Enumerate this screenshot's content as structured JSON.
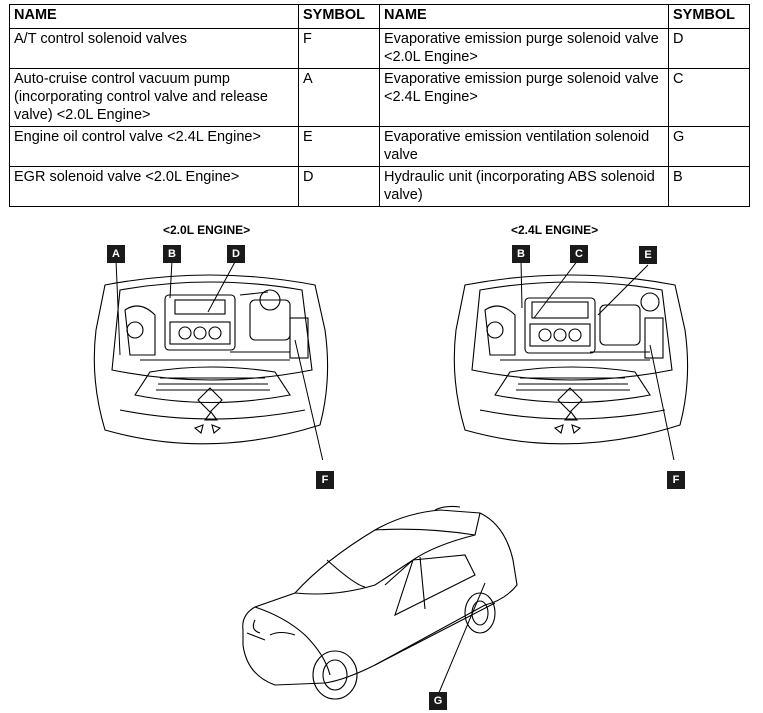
{
  "table": {
    "headers": [
      "NAME",
      "SYMBOL",
      "NAME",
      "SYMBOL"
    ],
    "rows": [
      {
        "name1": "A/T control solenoid valves",
        "sym1": "F",
        "name2": "Evaporative emission purge solenoid valve <2.0L Engine>",
        "sym2": "D"
      },
      {
        "name1": "Auto-cruise control vacuum pump (incorporating control valve and release valve) <2.0L Engine>",
        "sym1": "A",
        "name2": "Evaporative emission purge solenoid valve <2.4L Engine>",
        "sym2": "C"
      },
      {
        "name1": "Engine oil control valve <2.4L Engine>",
        "sym1": "E",
        "name2": "Evaporative emission ventilation solenoid valve",
        "sym2": "G"
      },
      {
        "name1": "EGR solenoid valve <2.0L Engine>",
        "sym1": "D",
        "name2": "Hydraulic unit (incorporating ABS solenoid valve)",
        "sym2": "B"
      }
    ]
  },
  "diagrams": {
    "engine_20_label": "<2.0L ENGINE>",
    "engine_24_label": "<2.4L ENGINE>",
    "engine_20_callouts": [
      "A",
      "B",
      "D",
      "F"
    ],
    "engine_24_callouts": [
      "B",
      "C",
      "E",
      "F"
    ],
    "car_callout": "G"
  }
}
